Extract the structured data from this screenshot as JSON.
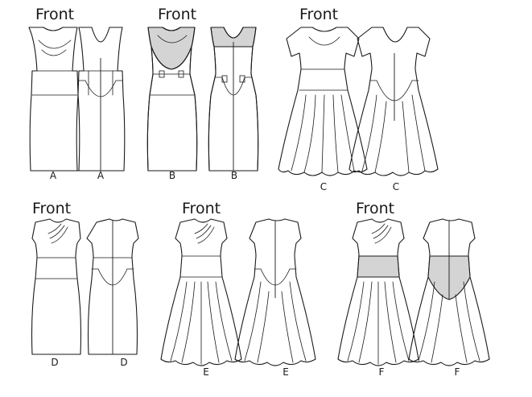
{
  "group_titles": [
    "Front",
    "Front",
    "Front",
    "Front",
    "Front",
    "Front"
  ],
  "view_labels": [
    "A",
    "A",
    "B",
    "B",
    "C",
    "C",
    "D",
    "D",
    "E",
    "E",
    "F",
    "F"
  ],
  "colors": {
    "ink": "#1a1a1a",
    "contrast_fill": "#d4d4d4",
    "paper": "#ffffff"
  }
}
